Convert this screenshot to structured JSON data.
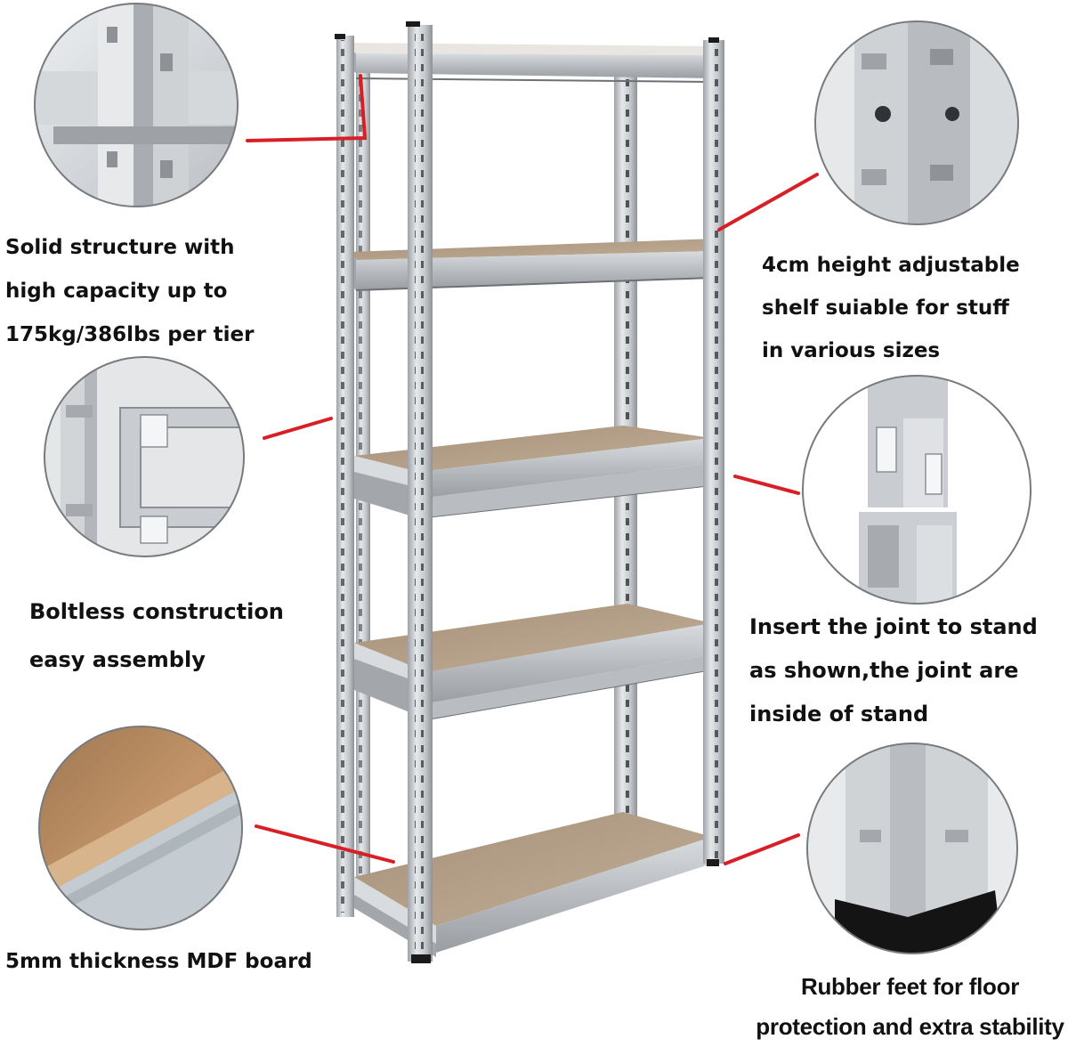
{
  "captions": {
    "structure": [
      "Solid structure with",
      "high capacity up to",
      "175kg/386lbs per tier"
    ],
    "adjustable": [
      "4cm height adjustable",
      "shelf suiable for stuff",
      "in various sizes"
    ],
    "boltless": [
      "Boltless construction",
      "easy assembly"
    ],
    "joint": [
      "Insert the joint to stand",
      "as shown,the joint are",
      "inside of stand"
    ],
    "mdf": [
      "5mm thickness MDF board"
    ],
    "rubber": [
      "Rubber feet for floor",
      "protection and extra stability"
    ]
  },
  "colors": {
    "leader_line": "#d81f26",
    "steel": "#c3c6ca",
    "steel_dark": "#8a8e93",
    "mdf_board": "#b49f87",
    "rubber": "#141414",
    "caption_text": "#111111"
  }
}
